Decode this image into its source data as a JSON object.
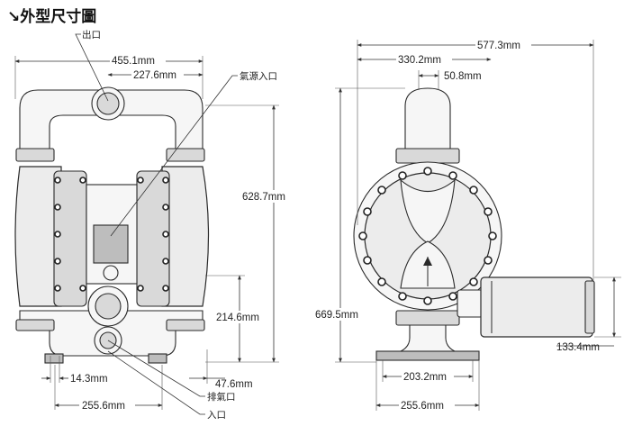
{
  "title": "↘外型尺寸圖",
  "labels": {
    "outlet": "出口",
    "air_inlet": "氣源入口",
    "exhaust": "排氣口",
    "inlet": "入口"
  },
  "dimensions": {
    "overall_width_front": "455.1mm",
    "outlet_offset": "227.6mm",
    "height_front": "628.7mm",
    "inlet_height": "214.6mm",
    "foot_slot": "14.3mm",
    "foot_offset": "47.6mm",
    "base_width_front": "255.6mm",
    "overall_depth": "577.3mm",
    "side_offset": "330.2mm",
    "outlet_flange": "50.8mm",
    "overall_height": "669.5mm",
    "muffler_height": "133.4mm",
    "base_inner": "203.2mm",
    "base_width_side": "255.6mm"
  }
}
